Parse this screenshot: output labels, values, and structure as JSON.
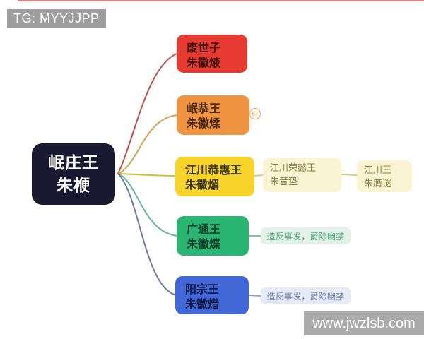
{
  "tg_badge": {
    "label": "TG: MYYJJPP",
    "bg": "#9e9e9e",
    "text_color": "#ffffff"
  },
  "watermark": {
    "label": "www.jwzlsb.com",
    "bg": "#ababab",
    "text_color": "#ffffff"
  },
  "root": {
    "title": "岷庄王",
    "name": "朱楩",
    "bg": "#191931",
    "text_color": "#ffffff"
  },
  "children": [
    {
      "title": "废世子",
      "name": "朱徽焲",
      "bg": "#e73b31",
      "line_color": "#bf4f46"
    },
    {
      "title": "岷恭王",
      "name": "朱徽煣",
      "bg": "#ef9440",
      "line_color": "#d6a055",
      "collapsed_count": "67"
    },
    {
      "title": "江川恭惠王",
      "name": "朱徽煝",
      "bg": "#f5d328",
      "line_color": "#cdc13d",
      "descendants": [
        {
          "title": "江川荣懿王",
          "name": "朱音垫",
          "bg": "#faf4d3"
        },
        {
          "title": "江川王",
          "name": "朱膺谜",
          "bg": "#faf4d3"
        }
      ]
    },
    {
      "title": "广通王",
      "name": "朱徽煠",
      "bg": "#2ab573",
      "line_color": "#62b893",
      "note": "造反事发，爵除幽禁",
      "note_bg": "#e3f2e9",
      "note_color": "#55a87d"
    },
    {
      "title": "阳宗王",
      "name": "朱徽焟",
      "bg": "#4368d8",
      "line_color": "#6e7aa8",
      "note": "造反事发，爵除幽禁",
      "note_bg": "#e6eaf6",
      "note_color": "#7583b5"
    }
  ]
}
